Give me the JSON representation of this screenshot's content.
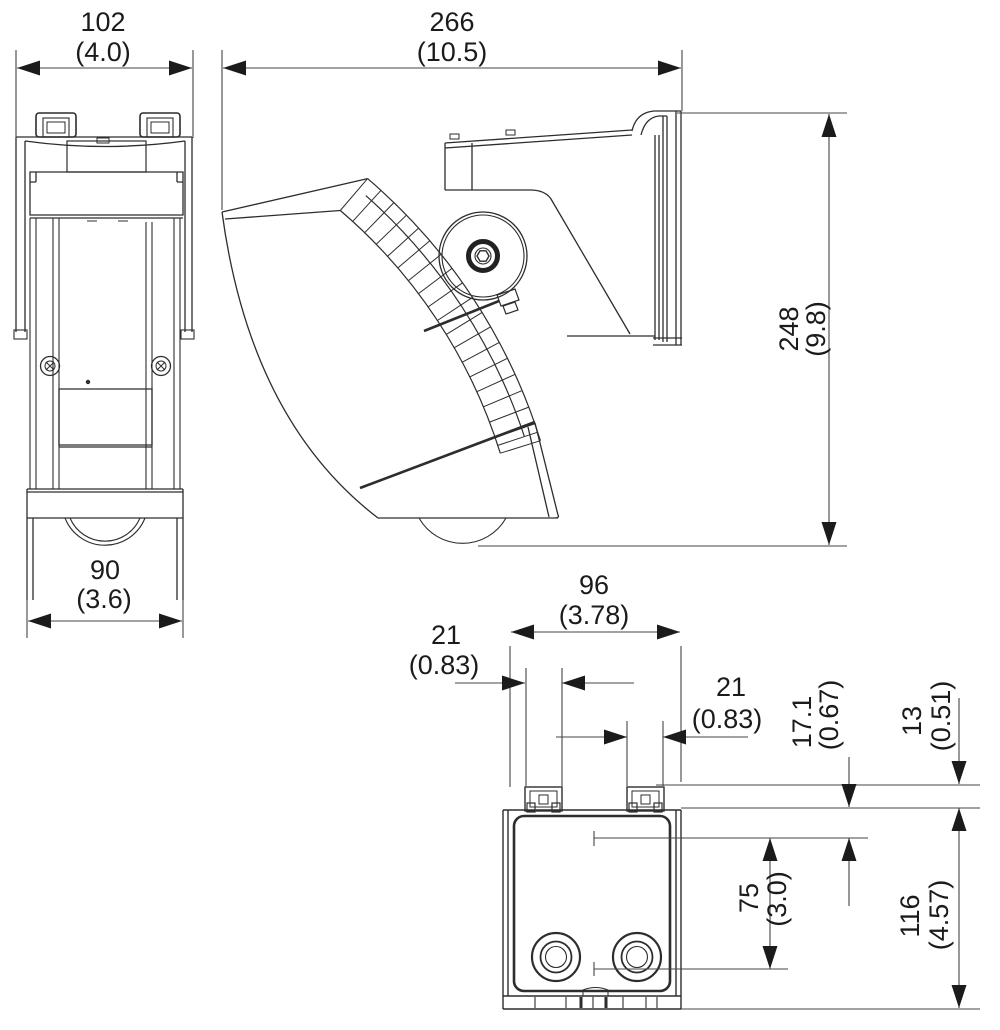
{
  "drawing": {
    "dimensions": {
      "front_width": {
        "mm": "102",
        "inch": "(4.0)"
      },
      "side_depth": {
        "mm": "266",
        "inch": "(10.5)"
      },
      "side_height": {
        "mm": "248",
        "inch": "(9.8)"
      },
      "front_base_width": {
        "mm": "90",
        "inch": "(3.6)"
      },
      "rear_width": {
        "mm": "96",
        "inch": "(3.78)"
      },
      "rear_tab_left": {
        "mm": "21",
        "inch": "(0.83)"
      },
      "rear_tab_right": {
        "mm": "21",
        "inch": "(0.83)"
      },
      "rear_top_inset": {
        "mm": "17.1",
        "inch": "(0.67)"
      },
      "rear_top_edge": {
        "mm": "13",
        "inch": "(0.51)"
      },
      "rear_knockout_span": {
        "mm": "75",
        "inch": "(3.0)"
      },
      "rear_height": {
        "mm": "116",
        "inch": "(4.57)"
      }
    }
  }
}
